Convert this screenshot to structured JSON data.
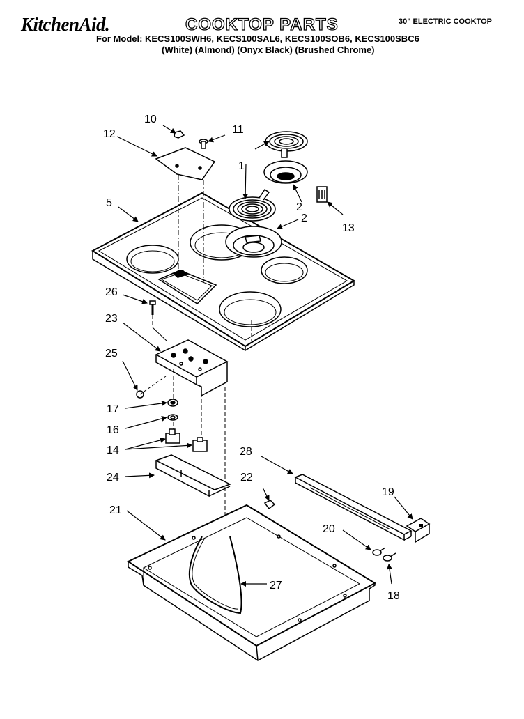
{
  "header": {
    "brand": "KitchenAid.",
    "title": "COOKTOP PARTS",
    "subtitle": "30\" ELECTRIC COOKTOP",
    "models": "For Model: KECS100SWH6, KECS100SAL6, KECS100SOB6, KECS100SBC6",
    "colors": "(White)      (Almond)     (Onyx Black) (Brushed Chrome)"
  },
  "callouts": {
    "c1": "1",
    "c2": "2",
    "c5": "5",
    "c10": "10",
    "c11": "11",
    "c12": "12",
    "c13": "13",
    "c14": "14",
    "c16": "16",
    "c17": "17",
    "c18": "18",
    "c19": "19",
    "c20": "20",
    "c21": "21",
    "c22": "22",
    "c23": "23",
    "c24": "24",
    "c25": "25",
    "c26": "26",
    "c27": "27",
    "c28": "28"
  }
}
